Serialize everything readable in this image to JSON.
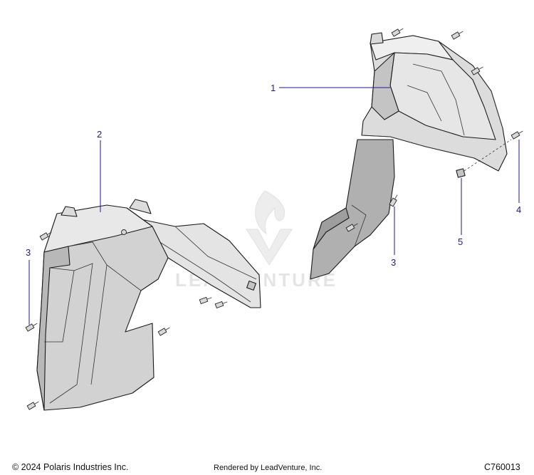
{
  "callouts": [
    {
      "number": "1"
    },
    {
      "number": "2"
    },
    {
      "number": "3"
    },
    {
      "number": "3"
    },
    {
      "number": "4"
    },
    {
      "number": "5"
    }
  ],
  "watermark": {
    "text": "LEADVENTURE"
  },
  "footer": {
    "copyright": "© 2024 Polaris Industries Inc.",
    "rendered_by": "Rendered by LeadVenture, Inc.",
    "diagram_code": "C760013"
  },
  "colors": {
    "callout": "#1a1a9a",
    "part_fill": "#d6d6d6",
    "part_shade": "#b5b5b5",
    "part_light": "#ececec"
  }
}
